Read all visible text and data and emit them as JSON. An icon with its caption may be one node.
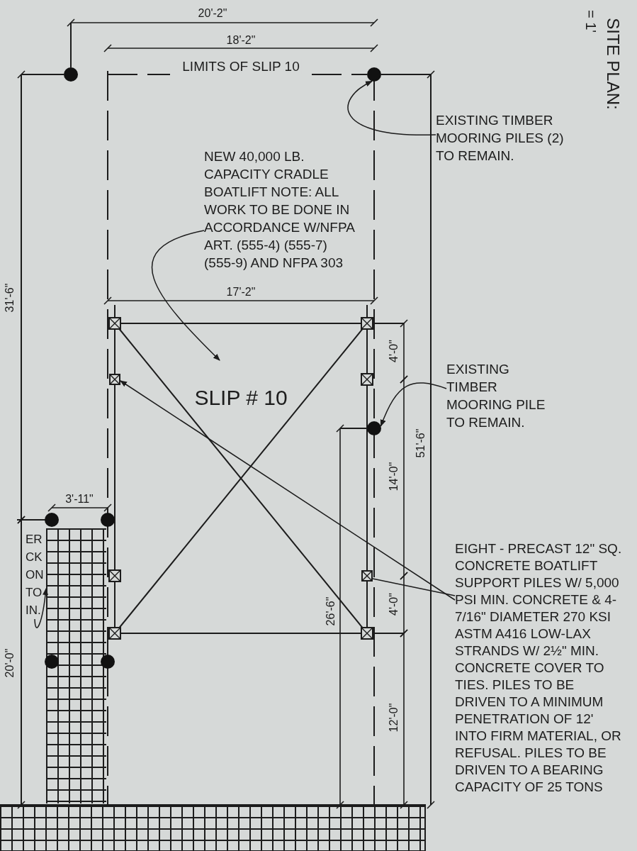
{
  "diagram": {
    "nodes": [
      {
        "text": [
          "EXISTING TIMBER MOORING PILES (2) TO REMAIN."
        ]
      },
      {
        "text": [],
        "shape": "circle"
      },
      {
        "text": [
          "NEW 40,000 LB. CAPACITY CRADLE BOATLIFT NOTE: ALL WORK TO BE DONE IN ACCORDANCE W/NFPA ART. (555-4) (555-7) (555-9) AND NFPA 303"
        ]
      },
      {
        "text": [
          "EXISTING TIMBER MOORING PILE TO REMAIN."
        ]
      },
      {
        "text": [],
        "shape": "circle"
      },
      {
        "text": [
          "ER CK ON TO IN."
        ]
      },
      {
        "text": [],
        "shape": "box"
      },
      {
        "text": [
          "EIGHT - PRECAST 12\" SQ. CONCRETE BOATLIFT SUPPORT PILES W/ 5,000 PSI MIN. CONCRETE & 4-7/16\" DIAMETER 270 KSI ASTM A416 LOW-LAX STRANDS W/ 2½\" MIN. CONCRETE COVER TO TIES. PILES TO BE DRIVEN TO A MINIMUM PENETRATION OF 12' INTO FIRM MATERIAL, OR REFUSAL. PILES TO BE DRIVEN TO A BEARING CAPACITY OF 25 TONS"
        ]
      },
      {
        "text": [],
        "shape": "box"
      },
      {
        "text": [],
        "shape": "box"
      }
    ],
    "edges": [
      {
        "from": 0,
        "to": 1,
        "arrow": "to"
      },
      {
        "from": 2,
        "to": null,
        "arrow": "to"
      },
      {
        "from": 3,
        "to": 4,
        "arrow": "to"
      },
      {
        "from": 5,
        "to": 6,
        "arrow": "to"
      },
      {
        "from": 7,
        "to": 8,
        "arrow": "none"
      },
      {
        "from": 7,
        "to": 9,
        "arrow": "to"
      }
    ],
    "labels": [
      "SITE PLAN:",
      "= 1'",
      "20'-2\"",
      "18'-2\"",
      "LIMITS OF SLIP 10",
      "31'-6\"",
      "17'-2\"",
      "4'-0\"",
      "SLIP # 10",
      "51'-6\"",
      "14'-0\"",
      "3'-11\"",
      "4'-0\"",
      "26'-6\"",
      "20'-0\"",
      "12'-0\""
    ]
  }
}
